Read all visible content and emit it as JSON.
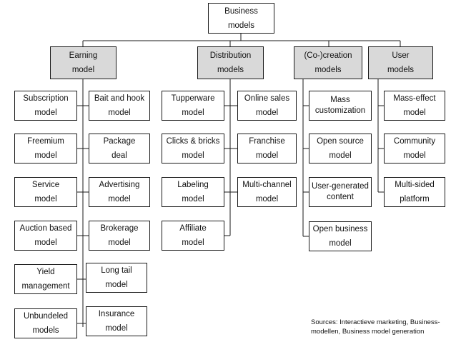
{
  "root": "Business\nmodels",
  "categories": {
    "earning": "Earning\nmodel",
    "distribution": "Distribution\nmodels",
    "cocreation": "(Co-)creation\nmodels",
    "user": "User\nmodels"
  },
  "earning_left": [
    "Subscription\nmodel",
    "Freemium\nmodel",
    "Service\nmodel",
    "Auction based\nmodel",
    "Yield\nmanagement",
    "Unbundeled\nmodels"
  ],
  "earning_right": [
    "Bait and hook\nmodel",
    "Package\ndeal",
    "Advertising\nmodel",
    "Brokerage\nmodel",
    "Long tail\nmodel",
    "Insurance\nmodel"
  ],
  "distribution_left": [
    "Tupperware\nmodel",
    "Clicks & bricks\nmodel",
    "Labeling\nmodel",
    "Affiliate\nmodel"
  ],
  "distribution_right": [
    "Online sales\nmodel",
    "Franchise\nmodel",
    "Multi-channel\nmodel"
  ],
  "cocreation_items": [
    "Mass\ncustomization",
    "Open source\nmodel",
    "User-generated\ncontent",
    "Open business\nmodel"
  ],
  "user_items": [
    "Mass-effect\nmodel",
    "Community\nmodel",
    "Multi-sided\nplatform"
  ],
  "sources": "Sources: Interactieve marketing, Business-\nmodellen, Business model generation"
}
